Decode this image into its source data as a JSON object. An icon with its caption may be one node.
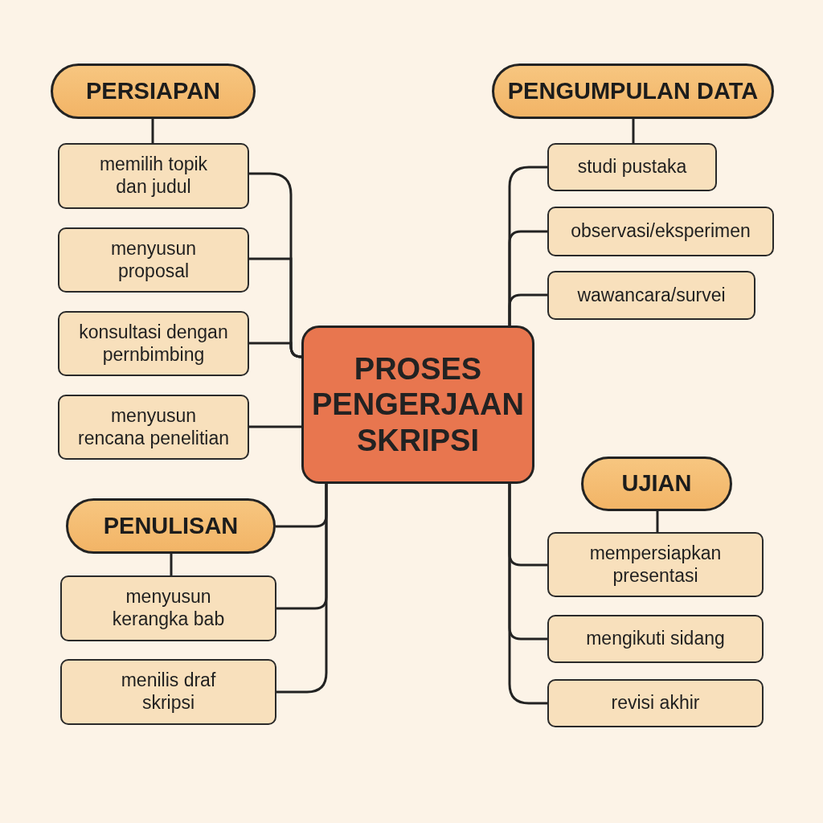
{
  "diagram": {
    "nodes": [
      {
        "text": [
          "PERSIAPAN"
        ]
      },
      {
        "text": [
          "memilih topik dan judul"
        ]
      },
      {
        "text": [
          "menyusun proposal"
        ]
      },
      {
        "text": [
          "konsultasi dengan pernbimbing"
        ]
      },
      {
        "text": [
          "menyusun rencana penelitian"
        ]
      },
      {
        "text": [
          "PENGUMPULAN DATA"
        ]
      },
      {
        "text": [
          "studi pustaka"
        ]
      },
      {
        "text": [
          "observasi/eksperimen"
        ]
      },
      {
        "text": [
          "wawancara/survei"
        ]
      },
      {
        "text": [
          "PROSES PENGERJAAN SKRIPSI"
        ]
      },
      {
        "text": [
          "UJIAN"
        ]
      },
      {
        "text": [
          "mempersiapkan presentasi"
        ]
      },
      {
        "text": [
          "mengikuti sidang"
        ]
      },
      {
        "text": [
          "revisi akhir"
        ]
      },
      {
        "text": [
          "PENULISAN"
        ]
      },
      {
        "text": [
          "menyusun kerangka bab"
        ]
      },
      {
        "text": [
          "menilis draf skripsi"
        ]
      }
    ],
    "edges": [
      {
        "from": 0,
        "to": 1,
        "arrow": "none"
      },
      {
        "from": 9,
        "to": 1,
        "arrow": "none"
      },
      {
        "from": 9,
        "to": 2,
        "arrow": "none"
      },
      {
        "from": 9,
        "to": 3,
        "arrow": "none"
      },
      {
        "from": 9,
        "to": 4,
        "arrow": "none"
      },
      {
        "from": 5,
        "to": 6,
        "arrow": "none"
      },
      {
        "from": 9,
        "to": 6,
        "arrow": "none"
      },
      {
        "from": 9,
        "to": 7,
        "arrow": "none"
      },
      {
        "from": 9,
        "to": 8,
        "arrow": "none"
      },
      {
        "from": 9,
        "to": 14,
        "arrow": "none"
      },
      {
        "from": 9,
        "to": 15,
        "arrow": "none"
      },
      {
        "from": 9,
        "to": 16,
        "arrow": "none"
      },
      {
        "from": 14,
        "to": 15,
        "arrow": "none"
      },
      {
        "from": 9,
        "to": 11,
        "arrow": "none"
      },
      {
        "from": 9,
        "to": 12,
        "arrow": "none"
      },
      {
        "from": 9,
        "to": 13,
        "arrow": "none"
      },
      {
        "from": 10,
        "to": 11,
        "arrow": "none"
      }
    ]
  }
}
